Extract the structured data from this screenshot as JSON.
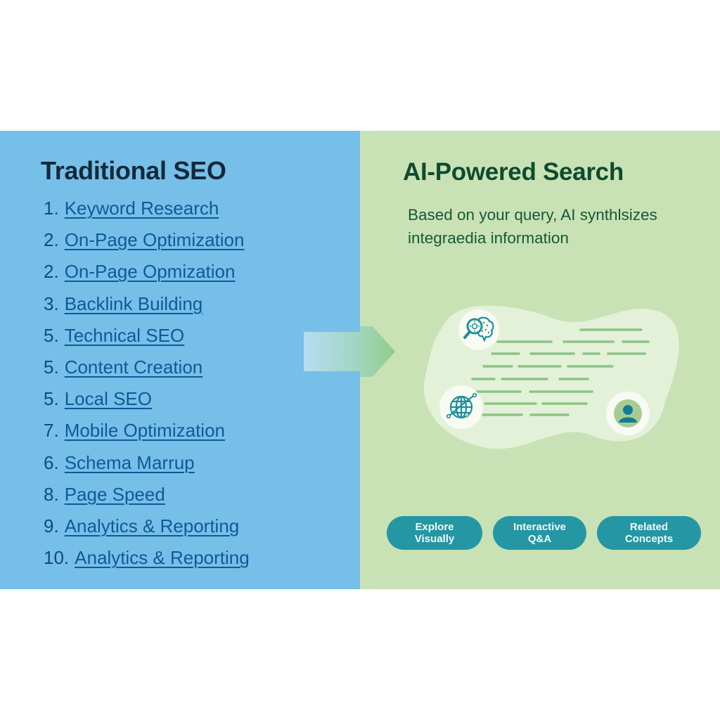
{
  "left_panel": {
    "title": "Traditional SEO",
    "background": "#76bfe9",
    "items": [
      {
        "num": "1.",
        "label": "Keyword Research"
      },
      {
        "num": "2.",
        "label": "On-Page Optimization"
      },
      {
        "num": "2.",
        "label": "On-Page Opmization"
      },
      {
        "num": "3.",
        "label": "Backlink Building"
      },
      {
        "num": "5.",
        "label": "Technical SEO"
      },
      {
        "num": "5.",
        "label": "Content Creation"
      },
      {
        "num": "5.",
        "label": "Local SEO"
      },
      {
        "num": "7.",
        "label": "Mobile Optimization"
      },
      {
        "num": "6.",
        "label": "Schema Marrup"
      },
      {
        "num": "8.",
        "label": "Page Speed"
      },
      {
        "num": "9.",
        "label": "Analytics & Reporting"
      },
      {
        "num": "10.",
        "label": "Analytics & Reporting"
      }
    ]
  },
  "transition": {
    "icon": "arrow-right-icon"
  },
  "right_panel": {
    "title": "AI-Powered Search",
    "background": "#c9e2b5",
    "description": "Based on your query, AI synthlsizes integraedia information",
    "illustration": {
      "icons": [
        "brain-search-icon",
        "globe-network-icon",
        "user-avatar-icon"
      ],
      "text_line_rows": 8
    },
    "buttons": [
      {
        "label": "Explore Visually"
      },
      {
        "label": "Interactive Q&A"
      },
      {
        "label": "Related Concepts"
      }
    ],
    "button_color": "#2596a4"
  }
}
